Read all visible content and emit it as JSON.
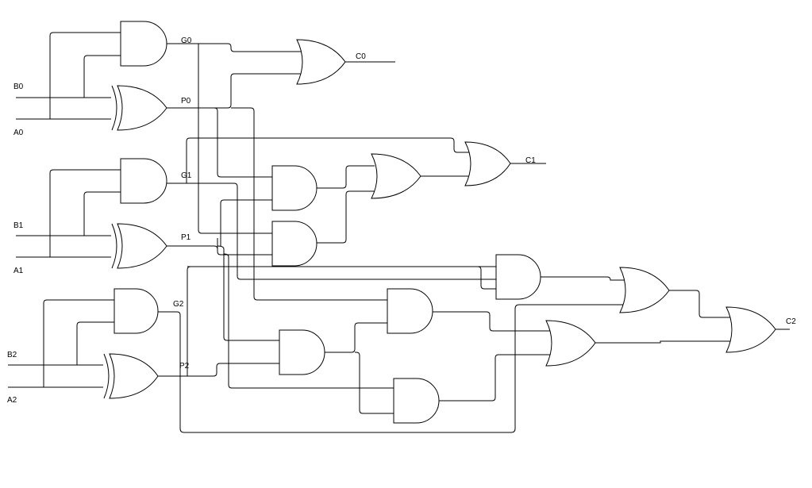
{
  "diagram": {
    "inputs": [
      "B0",
      "A0",
      "B1",
      "A1",
      "B2",
      "A2"
    ],
    "signals": [
      "G0",
      "P0",
      "G1",
      "P1",
      "G2",
      "P2"
    ],
    "outputs": [
      "C0",
      "C1",
      "C2"
    ],
    "stroke_color": "#000000",
    "background_color": "#ffffff"
  }
}
